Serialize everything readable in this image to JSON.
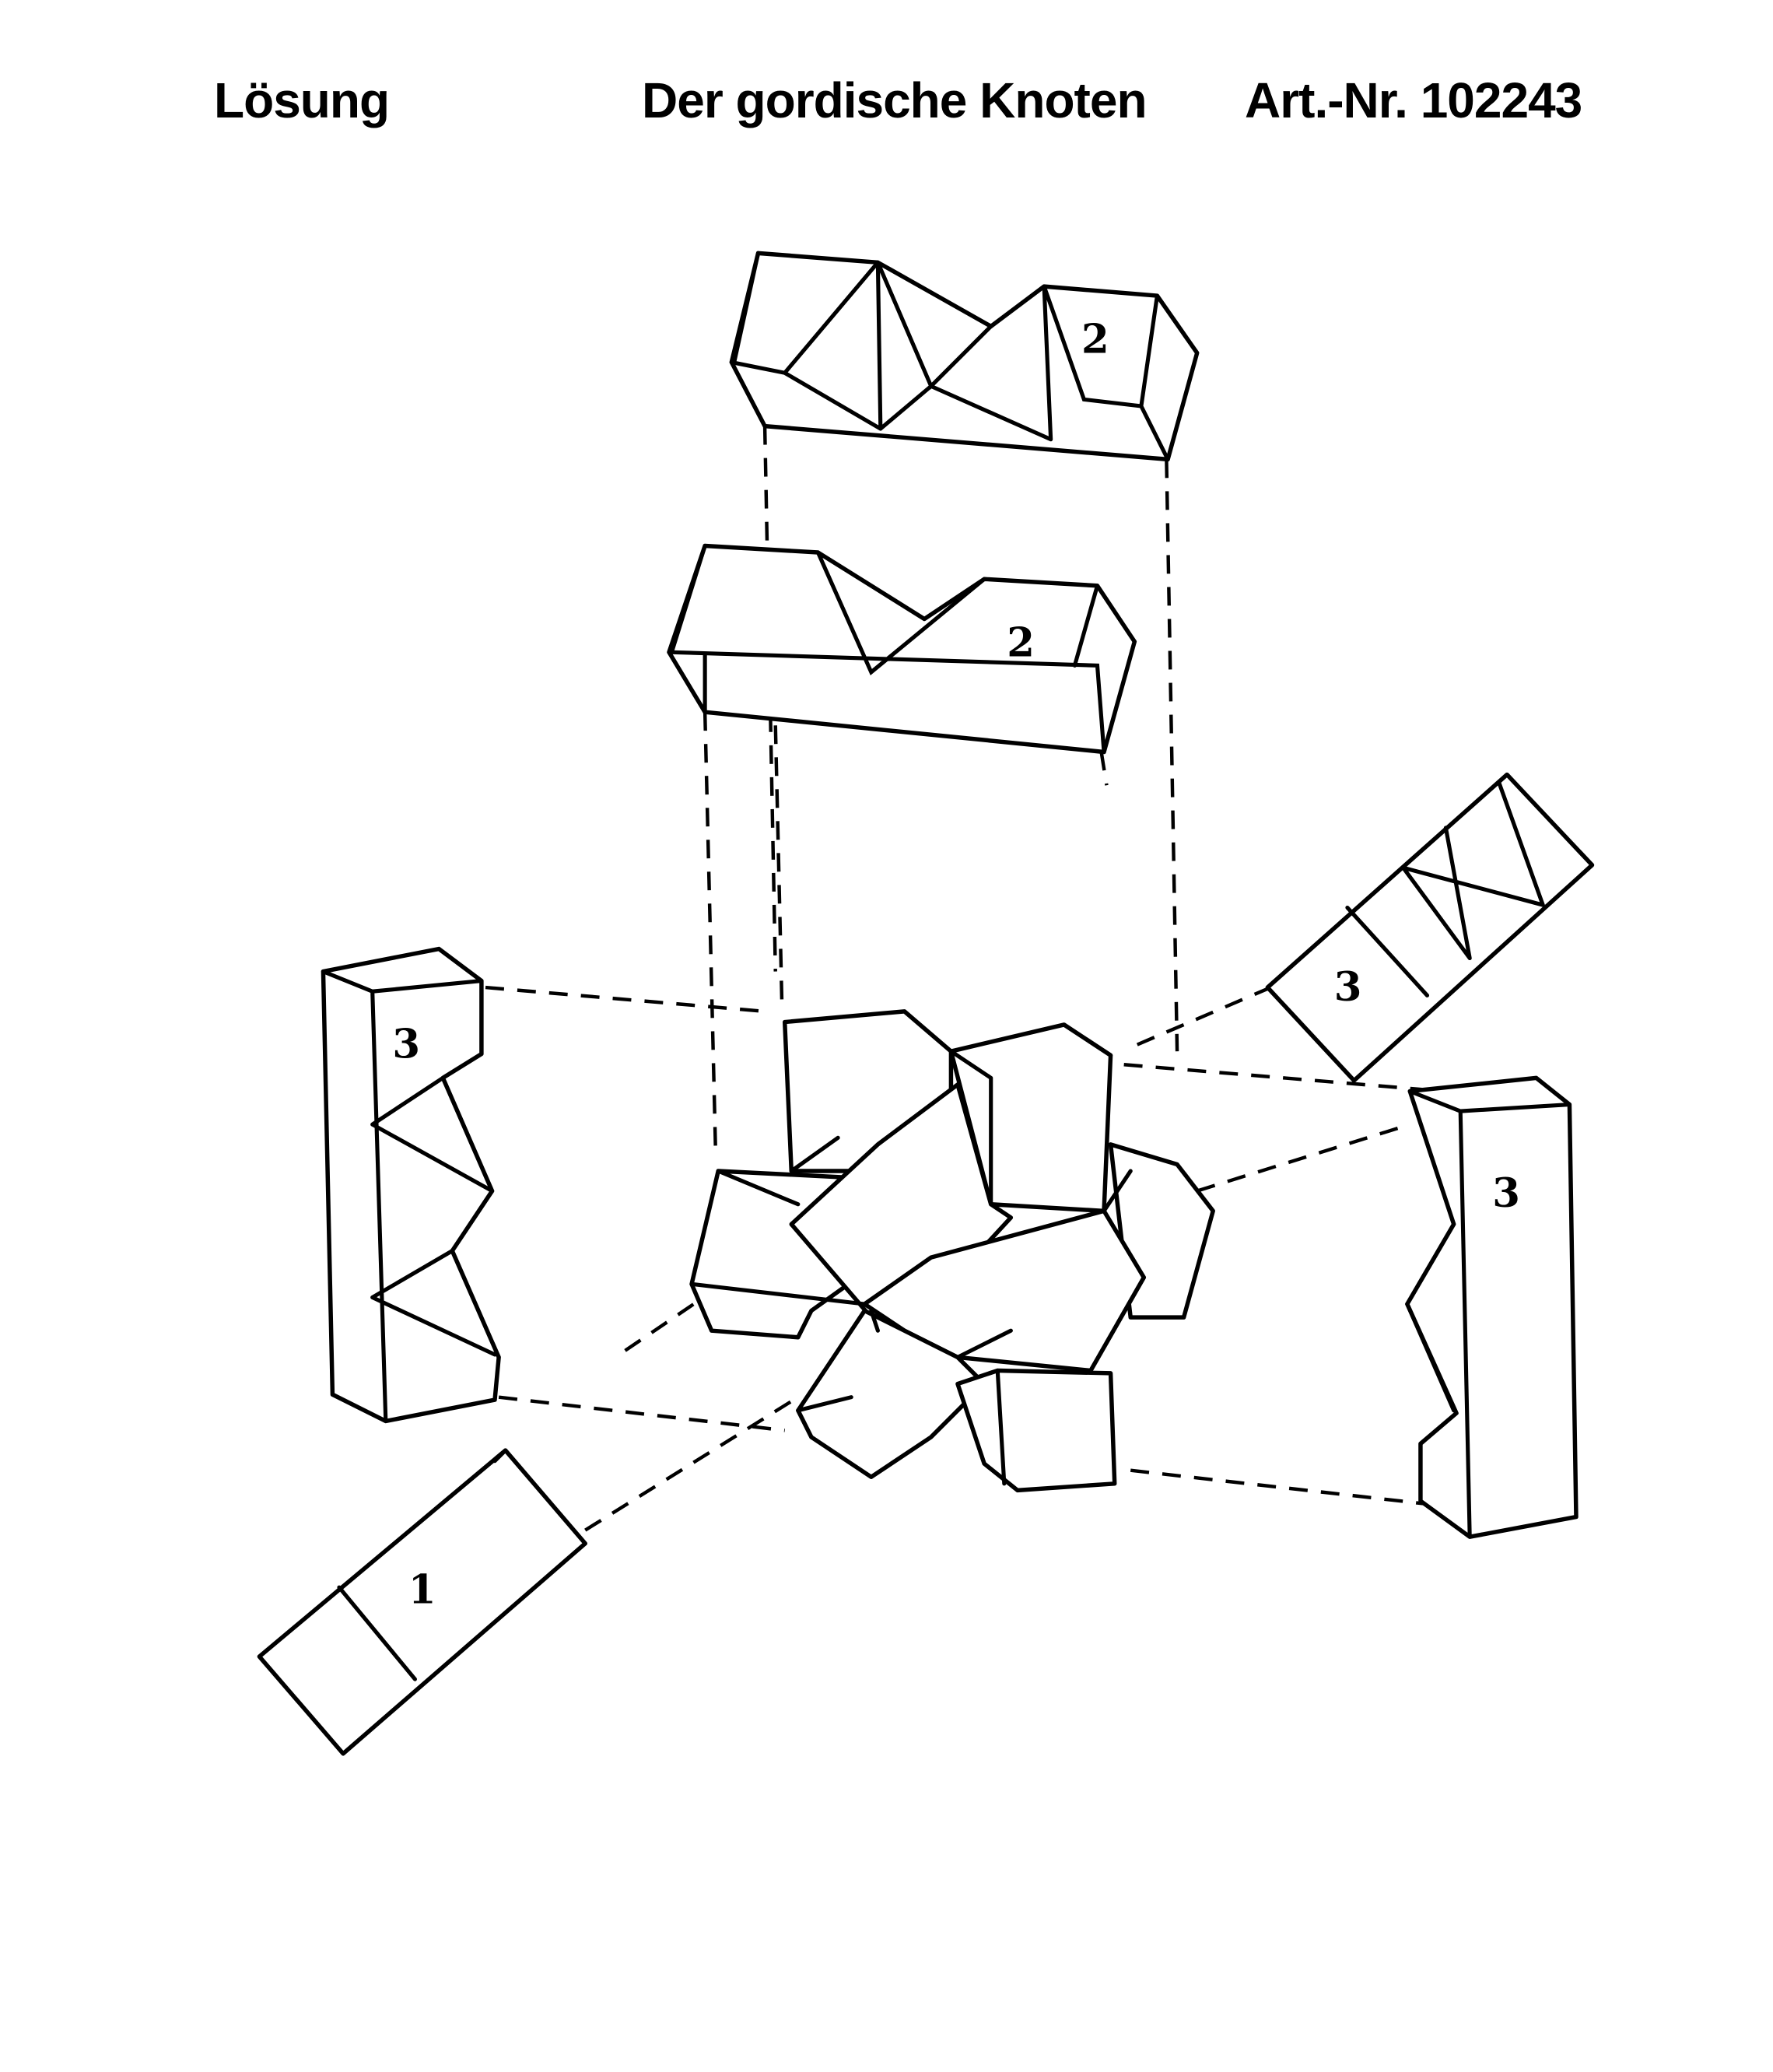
{
  "header": {
    "left": "Lösung",
    "title": "Der gordische Knoten",
    "article": "Art.-Nr. 102243"
  },
  "pieces": [
    {
      "id": "top-piece",
      "label": "2"
    },
    {
      "id": "second-piece",
      "label": "2"
    },
    {
      "id": "left-piece",
      "label": "3"
    },
    {
      "id": "right-piece",
      "label": "3"
    },
    {
      "id": "diagonal-piece",
      "label": "3"
    },
    {
      "id": "bottom-piece",
      "label": "1"
    }
  ]
}
